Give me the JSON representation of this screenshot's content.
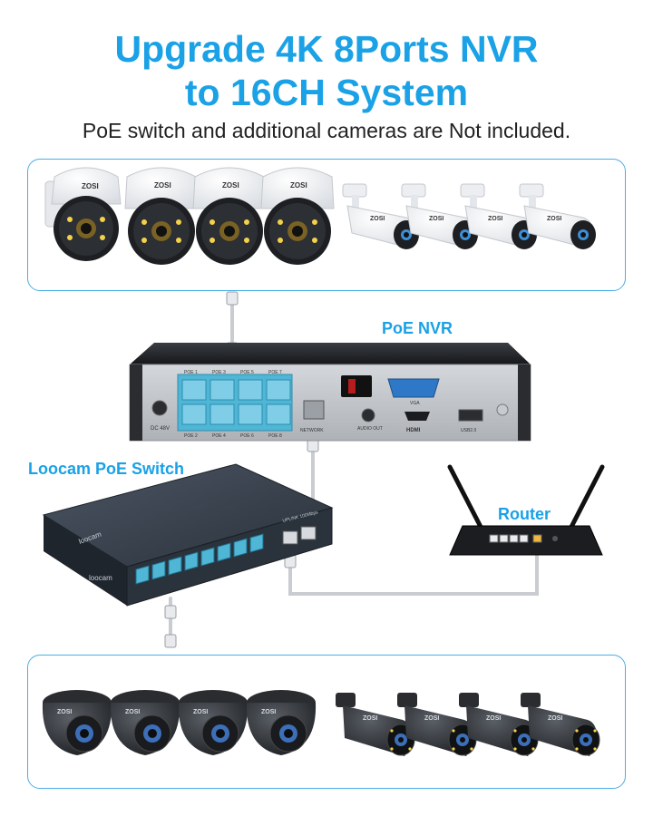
{
  "header": {
    "title_line1": "Upgrade 4K 8Ports NVR",
    "title_line2": "to 16CH System",
    "subtitle": "PoE switch and additional cameras are Not included."
  },
  "labels": {
    "nvr": "PoE NVR",
    "switch": "Loocam PoE Switch",
    "router": "Router"
  },
  "nvr": {
    "ports_top": [
      "POE 1",
      "POE 3",
      "POE 5",
      "POE 7"
    ],
    "ports_bottom": [
      "POE 2",
      "POE 4",
      "POE 6",
      "POE 8"
    ],
    "power": "DC 48V",
    "network": "NETWORK",
    "audio": "AUDIO OUT",
    "vga": "VGA",
    "hdmi": "HDMI",
    "usb": "USB2.0"
  },
  "switch": {
    "brand": "loocam",
    "brand_front": "loocam",
    "uplink": "UPLINK 100Mbps"
  },
  "cameras": {
    "brand": "ZOSI"
  },
  "colors": {
    "accent": "#1aa1e6",
    "panel_border": "#4aaee8",
    "port_blue": "#4fb6d6",
    "cable": "#c9ccd0"
  }
}
